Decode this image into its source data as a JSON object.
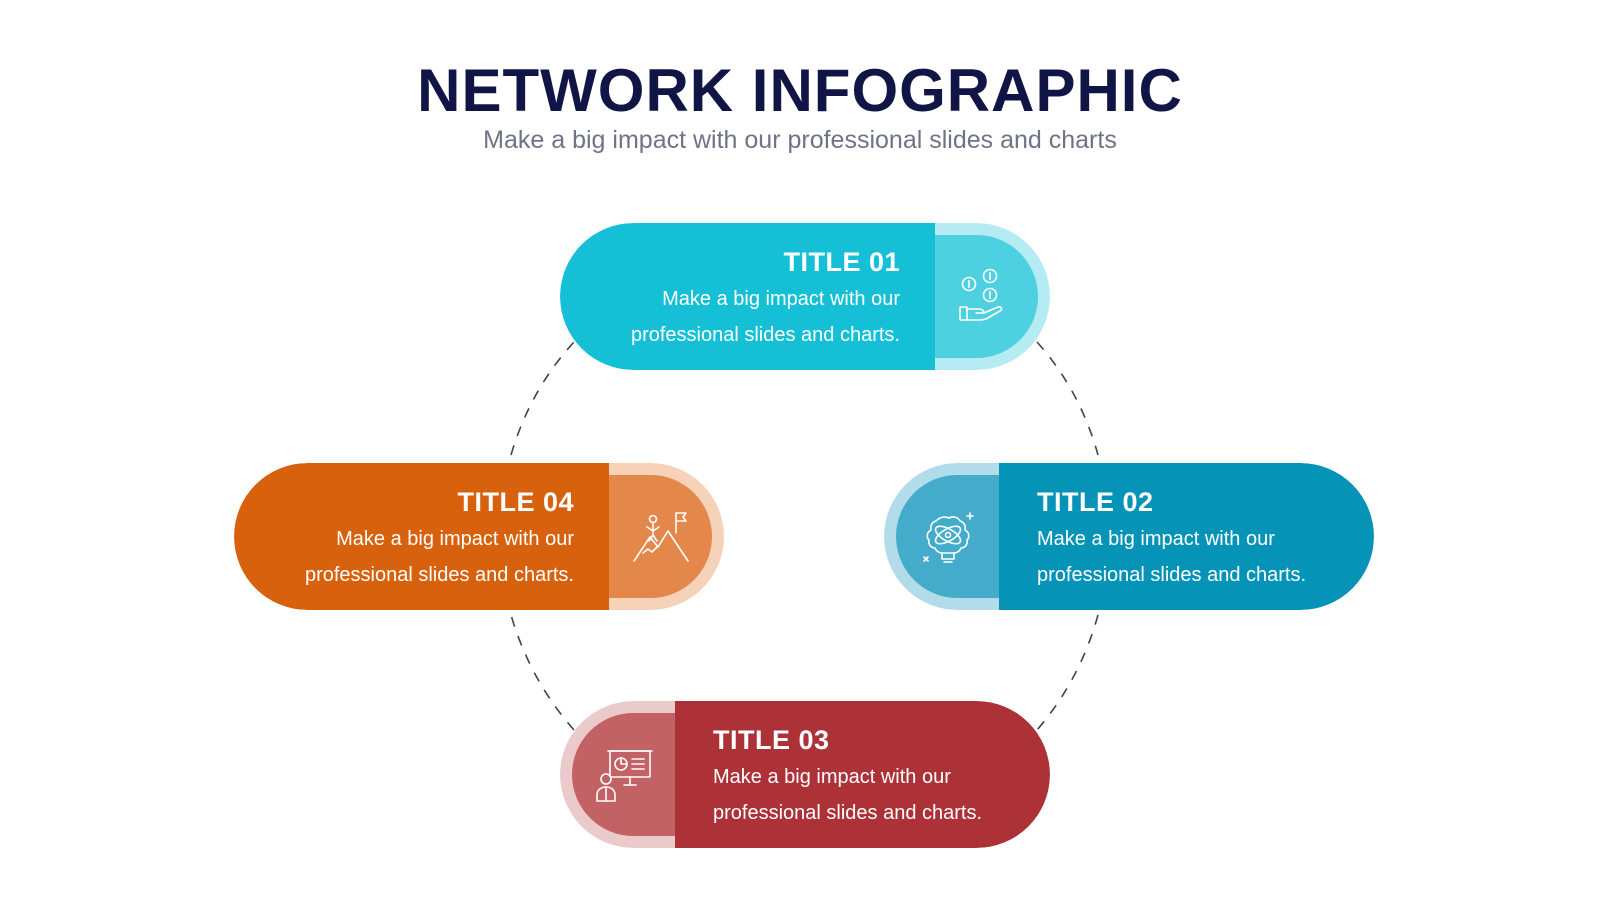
{
  "header": {
    "title": "NETWORK INFOGRAPHIC",
    "subtitle": "Make a big impact with our professional slides and charts"
  },
  "items": [
    {
      "title": "TITLE 01",
      "desc_line1": "Make a big impact with our",
      "desc_line2": "professional slides and charts.",
      "icon": "coins-hand-icon",
      "colors": {
        "body": "#15c0d6",
        "cap": "#4dd1e0",
        "halo": "#b5ebf2"
      }
    },
    {
      "title": "TITLE 02",
      "desc_line1": "Make a big impact with our",
      "desc_line2": "professional slides and charts.",
      "icon": "brain-bulb-icon",
      "colors": {
        "body": "#0693b8",
        "cap": "#44acca",
        "halo": "#b3dcea"
      }
    },
    {
      "title": "TITLE 03",
      "desc_line1": "Make a big impact with our",
      "desc_line2": "professional slides and charts.",
      "icon": "presentation-icon",
      "colors": {
        "body": "#ac3237",
        "cap": "#c26265",
        "halo": "#eacacb"
      }
    },
    {
      "title": "TITLE 04",
      "desc_line1": "Make a big impact with our",
      "desc_line2": "professional slides and charts.",
      "icon": "mountain-flag-icon",
      "colors": {
        "body": "#d7610d",
        "cap": "#e3874a",
        "halo": "#f5d2b8"
      }
    }
  ],
  "colors": {
    "title": "#101546",
    "subtitle": "#6f7386",
    "connector": "#3d4256"
  }
}
